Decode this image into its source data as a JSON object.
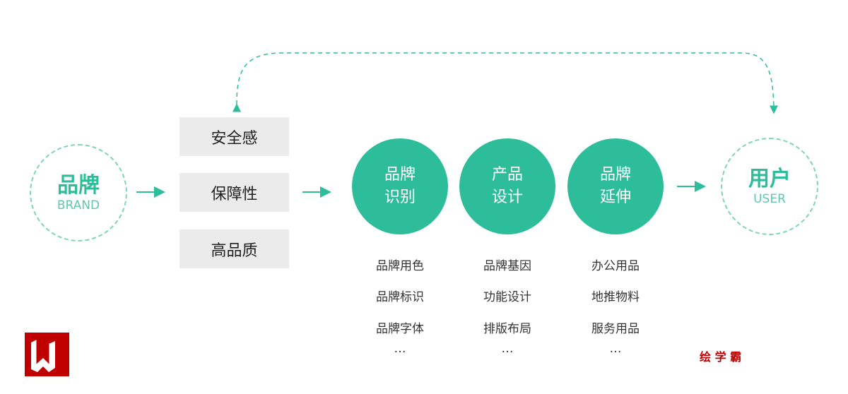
{
  "brand": {
    "title": "品牌",
    "subtitle": "BRAND"
  },
  "user": {
    "title": "用户",
    "subtitle": "USER"
  },
  "feelings": [
    "安全感",
    "保障性",
    "高品质"
  ],
  "stages": [
    {
      "line1": "品牌",
      "line2": "识别",
      "items": [
        "品牌用色",
        "品牌标识",
        "品牌字体",
        "…"
      ]
    },
    {
      "line1": "产品",
      "line2": "设计",
      "items": [
        "品牌基因",
        "功能设计",
        "排版布局",
        "…"
      ]
    },
    {
      "line1": "品牌",
      "line2": "延伸",
      "items": [
        "办公用品",
        "地推物料",
        "服务用品",
        "…"
      ]
    }
  ],
  "watermark": {
    "logo_letter": "W",
    "text": "绘 学 霸"
  },
  "colors": {
    "accent": "#2ebd9b",
    "watermark": "#c00000"
  }
}
